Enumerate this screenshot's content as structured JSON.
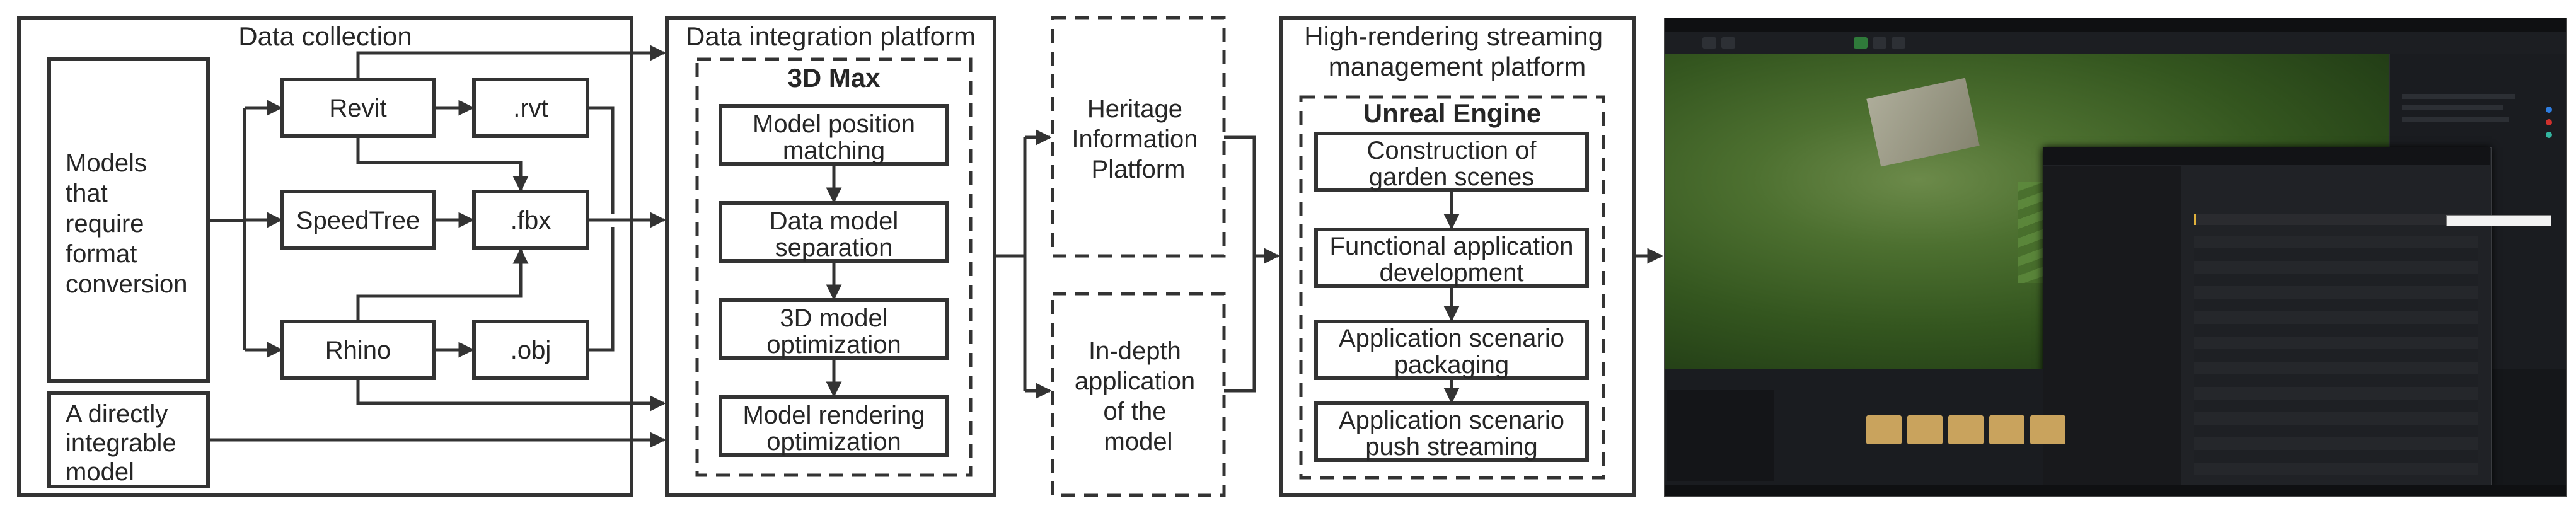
{
  "panels": {
    "collection": "Data collection",
    "integration": "Data integration platform",
    "streaming_line1": "High-rendering streaming",
    "streaming_line2": "management platform"
  },
  "subpanels": {
    "max": "3D Max",
    "unreal": "Unreal Engine"
  },
  "sources": {
    "models_conversion": [
      "Models",
      "that",
      "require",
      "format",
      "conversion"
    ],
    "direct_model": [
      "A directly",
      "integrable",
      "model"
    ]
  },
  "software": {
    "revit": "Revit",
    "speedtree": "SpeedTree",
    "rhino": "Rhino"
  },
  "formats": {
    "rvt": ".rvt",
    "fbx": ".fbx",
    "obj": ".obj"
  },
  "max_steps": [
    [
      "Model position",
      "matching"
    ],
    [
      "Data model",
      "separation"
    ],
    [
      "3D model",
      "optimization"
    ],
    [
      "Model rendering",
      "optimization"
    ]
  ],
  "outputs": {
    "heritage": [
      "Heritage",
      "Information",
      "Platform"
    ],
    "application": [
      "In-depth",
      "application",
      "of the",
      "model"
    ]
  },
  "unreal_steps": [
    [
      "Construction of",
      "garden scenes"
    ],
    [
      "Functional application",
      "development"
    ],
    [
      "Application scenario",
      "packaging"
    ],
    [
      "Application scenario",
      "push streaming"
    ]
  ],
  "colors": {
    "stroke": "#333333",
    "text": "#262626",
    "ui_bg": "#15171a",
    "ui_panel": "#202226",
    "foliage": "#3f6a2c",
    "folder": "#c9a35d"
  }
}
